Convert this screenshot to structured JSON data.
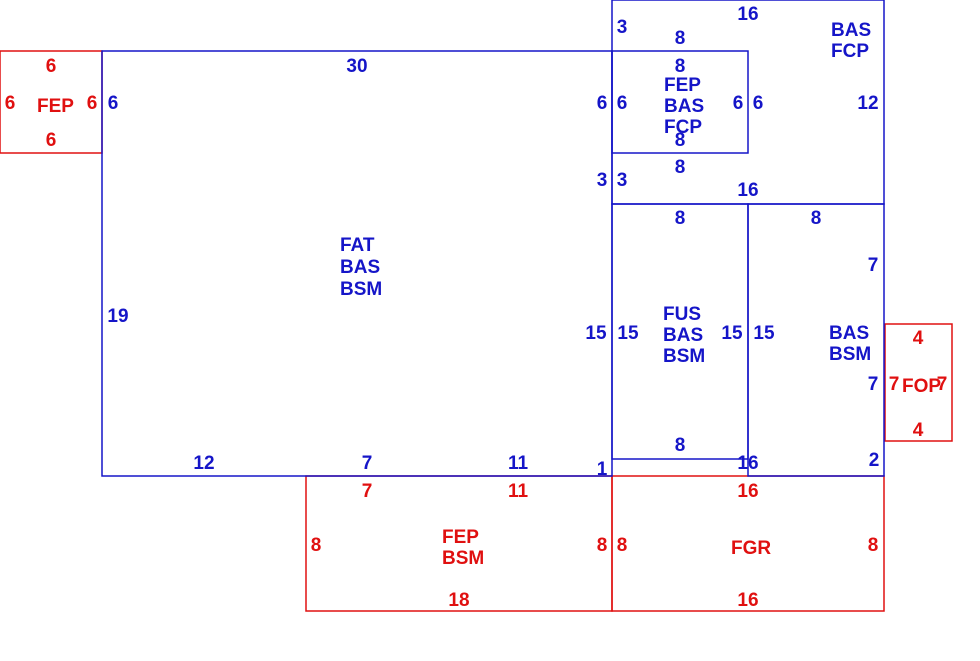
{
  "colors": {
    "main": "#1515c8",
    "addition": "#e01010"
  },
  "areas": {
    "main_house": {
      "lines": [
        "FAT",
        "BAS",
        "BSM"
      ]
    },
    "upper_right": {
      "lines": [
        "BAS",
        "FCP"
      ]
    },
    "inner_small": {
      "lines": [
        "FEP",
        "BAS",
        "FCP"
      ]
    },
    "middle_box": {
      "lines": [
        "FUS",
        "BAS",
        "BSM"
      ]
    },
    "right_box": {
      "lines": [
        "BAS",
        "BSM"
      ]
    },
    "left_porch": {
      "lines": [
        "FEP"
      ]
    },
    "right_porch": {
      "lines": [
        "FOP"
      ]
    },
    "bottom_left": {
      "lines": [
        "FEP",
        "BSM"
      ]
    },
    "bottom_right": {
      "lines": [
        "FGR"
      ]
    }
  },
  "dimensions": {
    "blue": [
      "16",
      "3",
      "8",
      "8",
      "30",
      "6",
      "6",
      "6",
      "6",
      "6",
      "12",
      "8",
      "8",
      "3",
      "3",
      "16",
      "8",
      "8",
      "7",
      "19",
      "15",
      "15",
      "15",
      "15",
      "7",
      "8",
      "12",
      "7",
      "11",
      "1",
      "16",
      "2"
    ],
    "red": [
      "6",
      "6",
      "6",
      "6",
      "4",
      "7",
      "7",
      "4",
      "7",
      "11",
      "16",
      "8",
      "8",
      "8",
      "8",
      "18",
      "16"
    ]
  }
}
